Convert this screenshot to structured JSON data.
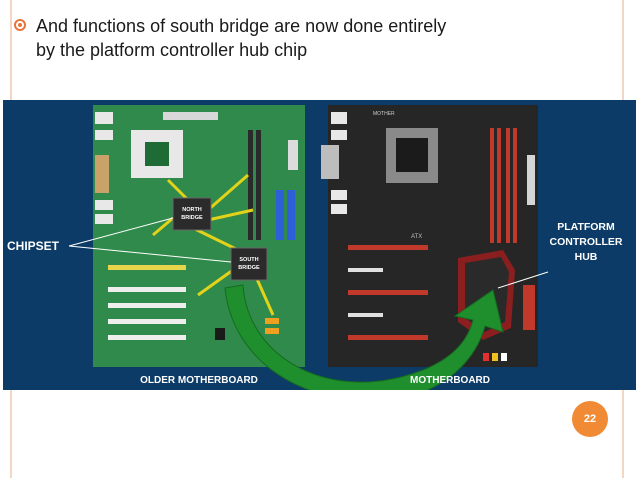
{
  "slide": {
    "bullet_text_line1": "And functions of south bridge are now done entirely",
    "bullet_text_line2": "by the platform controller hub chip",
    "page_number": "22"
  },
  "figure": {
    "chipset_label": "CHIPSET",
    "north_bridge_line1": "NORTH",
    "north_bridge_line2": "BRIDGE",
    "south_bridge_line1": "SOUTH",
    "south_bridge_line2": "BRIDGE",
    "older_caption": "OLDER MOTHERBOARD",
    "newer_caption": "MOTHERBOARD",
    "atx_label": "ATX",
    "pch_line1": "PLATFORM",
    "pch_line2": "CONTROLLER",
    "pch_line3": "HUB",
    "brand_text": "MOTHER"
  },
  "colors": {
    "accent": "#e8743b",
    "page_bg": "#ffffff",
    "figure_bg": "#0b3b66",
    "old_board": "#2f8a4b",
    "new_board": "#262626",
    "arrow": "#1f8f2d",
    "pci_red": "#c0392b"
  }
}
